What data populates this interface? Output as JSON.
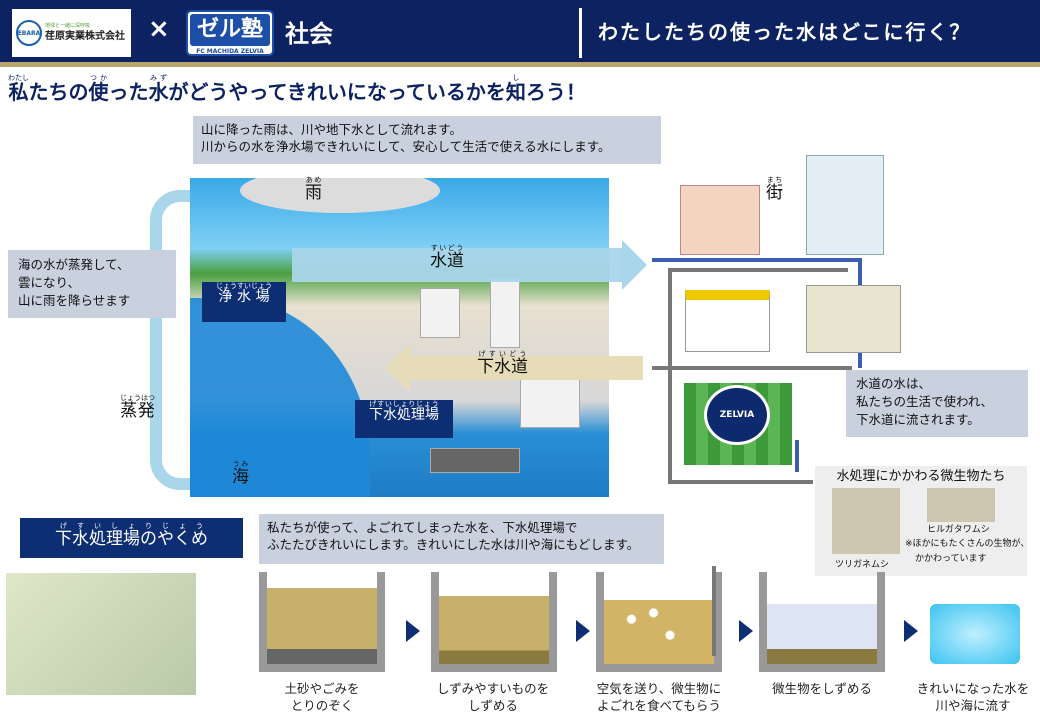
{
  "header": {
    "ebara_tagline": "地球と一緒に深呼吸",
    "ebara_mark": "EBARA",
    "ebara_name": "荏原実業株式会社",
    "times": "×",
    "zelvia_logo": "ゼル塾",
    "zelvia_sub": "FC MACHIDA ZELVIA",
    "subject": "社会",
    "title": "わたしたちの使った水はどこに行く？"
  },
  "subtitle": {
    "p1": "私",
    "r1": "わたし",
    "p2": "たちの",
    "p3": "使",
    "r3": "つか",
    "p4": "った",
    "p5": "水",
    "r5": "みず",
    "p6": "がどうやってきれいになっているかを",
    "p7": "知",
    "r7": "し",
    "p8": "ろう！"
  },
  "info_top": [
    "山に降った雨は、川や地下水として流れます。",
    "川からの水を浄水場できれいにして、安心して生活で使える水にします。"
  ],
  "left_box": [
    "海の水が蒸発して、",
    "雲になり、",
    "山に雨を降らせます"
  ],
  "labels": {
    "rain": "雨",
    "rain_ruby": "あめ",
    "sea": "海",
    "sea_ruby": "うみ",
    "evap": "蒸発",
    "evap_ruby": "じょうはつ",
    "jyosui": "浄水場",
    "jyosui_ruby": "じょうすいじょう",
    "gesui_plant": "下水処理場",
    "gesui_plant_ruby": "げすいしょりじょう",
    "suido": "水道",
    "suido_ruby": "すいどう",
    "gesuido": "下水道",
    "gesuido_ruby": "げすいどう",
    "town": "街",
    "town_ruby": "まち",
    "zelvia": "ZELVIA"
  },
  "right_box": [
    "水道の水は、",
    "私たちの生活で使われ、",
    "下水道に流されます。"
  ],
  "micro": {
    "title": "水処理にかかわる微生物たち",
    "cap1": "ツリガネムシ",
    "cap2": "ヒルガタワムシ",
    "note1": "※ほかにもたくさんの生物が、",
    "note2": "かかわっています"
  },
  "role": {
    "title": "下水処理場のやくめ",
    "title_ruby": "げすいしょりじょう",
    "info": [
      "私たちが使って、よごれてしまった水を、下水処理場で",
      "ふたたびきれいにします。きれいにした水は川や海にもどします。"
    ]
  },
  "steps": [
    {
      "l1": "土砂やごみを",
      "l2": "とりのぞく"
    },
    {
      "l1": "しずみやすいものを",
      "l2": "しずめる"
    },
    {
      "l1": "空気を送り、微生物に",
      "l2": "よごれを食べてもらう"
    },
    {
      "l1": "微生物をしずめる",
      "l2": ""
    },
    {
      "l1": "きれいになった水を",
      "l2": "川や海に流す"
    }
  ],
  "colors": {
    "navy": "#0d2260",
    "gold": "#b8a46c",
    "box": "#c9d0de",
    "water_arrow": "#a9d6ea",
    "sewer_arrow": "#e6dcb8"
  }
}
